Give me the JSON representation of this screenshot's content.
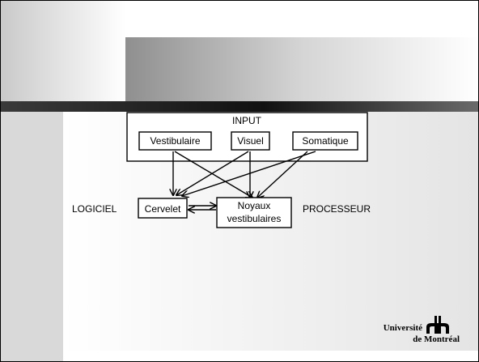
{
  "input_label": "INPUT",
  "inputs": [
    "Vestibulaire",
    "Visuel",
    "Somatique"
  ],
  "cervelet": "Cervelet",
  "noyaux": [
    "Noyaux",
    "vestibulaires"
  ],
  "left_label": "LOGICIEL",
  "right_label": "PROCESSEUR",
  "logo": {
    "line1": "Université",
    "line2": "de Montréal"
  },
  "colors": {
    "ink": "#000000",
    "panel": "#d9d9d9",
    "band": "#1a1a1a"
  }
}
